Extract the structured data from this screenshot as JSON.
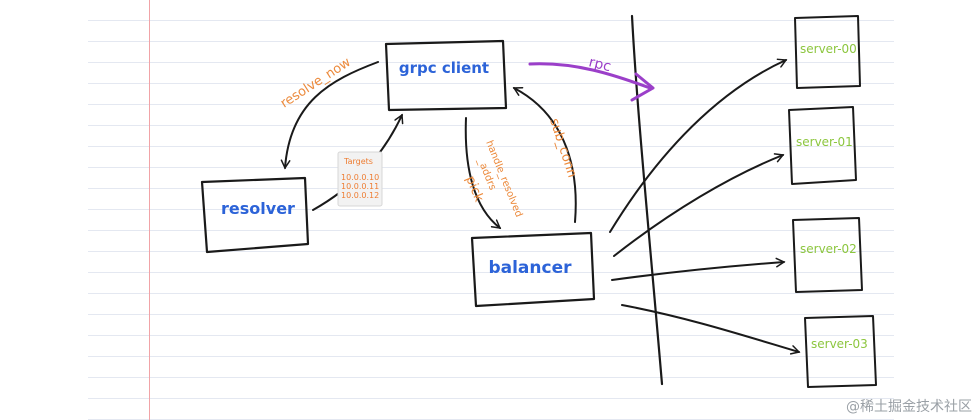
{
  "nodes": {
    "grpc_client": "grpc client",
    "resolver": "resolver",
    "balancer": "balancer"
  },
  "servers": [
    "server-00",
    "server-01",
    "server-02",
    "server-03"
  ],
  "edges": {
    "resolve_now": "resolve_now",
    "rpc": "rpc",
    "sub_conn": "sub_conn",
    "handle_resolved_addrs": "handle_resolved",
    "handle_resolved_addrs_2": "_addrs",
    "pick": "pick"
  },
  "targets": {
    "title": "Targets",
    "ips": [
      "10.0.0.10",
      "10.0.0.11",
      "10.0.0.12"
    ]
  },
  "watermark": "@稀土掘金技术社区",
  "colors": {
    "node_text": "#2c63d8",
    "server_text": "#8cc63e",
    "edge_text": "#ec8a3c",
    "rpc_arrow": "#9b3fc9",
    "ink": "#1a1a1a"
  }
}
